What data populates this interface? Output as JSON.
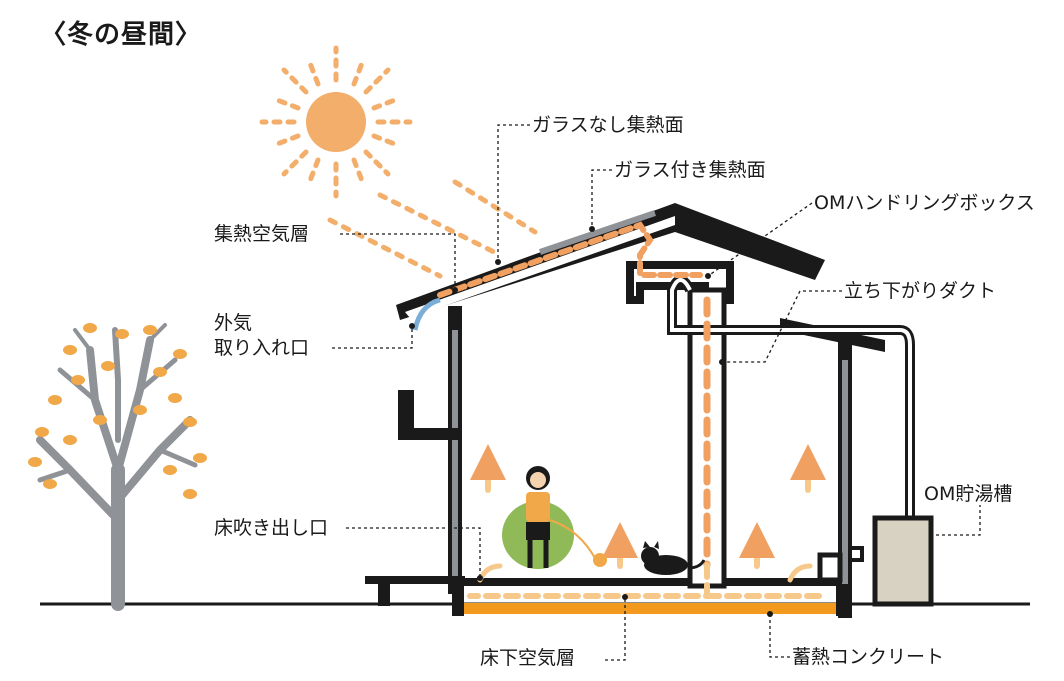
{
  "title": "〈冬の昼間〉",
  "labels": {
    "glass_less_collector": "ガラスなし集熱面",
    "glass_collector": "ガラス付き集熱面",
    "om_handling_box": "OMハンドリングボックス",
    "collector_air_layer": "集熱空気層",
    "downflow_duct": "立ち下がりダクト",
    "outside_air_intake_1": "外気",
    "outside_air_intake_2": "取り入れ口",
    "om_hot_water_tank": "OM貯湯槽",
    "floor_outlet": "床吹き出し口",
    "underfloor_air_layer": "床下空気層",
    "thermal_storage_concrete": "蓄熱コンクリート"
  },
  "colors": {
    "sun": "#f2ae6a",
    "sun_rays": "#f2ae6a",
    "warm_air": "#f0a060",
    "warm_air_light": "#f6c98a",
    "concrete": "#f39a1e",
    "wall": "#1a1a1a",
    "insulation": "#8f9296",
    "tree": "#8f9296",
    "leaves": "#f0a848",
    "chair": "#8fba57",
    "tank": "#d8d2c2"
  }
}
